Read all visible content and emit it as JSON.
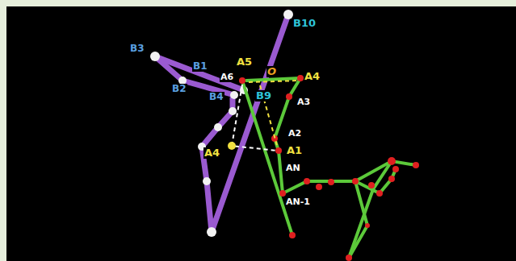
{
  "diagram": {
    "labels": [
      "B10",
      "B3",
      "B1",
      "B2",
      "B4",
      "A5",
      "A6",
      "O",
      "A4",
      "A3",
      "B9",
      "A2",
      "A4",
      "A1",
      "AN",
      "AN-1"
    ]
  }
}
